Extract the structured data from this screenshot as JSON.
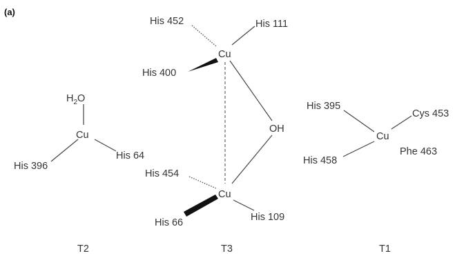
{
  "panel_label": "(a)",
  "colors": {
    "cu_dark_red": "#8b2a2a",
    "cu_blue": "#2c3e94",
    "cys_orange": "#f0a04a",
    "section_label": "#8b2a2a",
    "text": "#333333"
  },
  "t2": {
    "water_H": "H",
    "water_2": "2",
    "water_O": "O",
    "cu": "Cu",
    "his_396": "His 396",
    "his_64": "His 64",
    "section": "T2"
  },
  "t3": {
    "cu_top": "Cu",
    "cu_bottom": "Cu",
    "his_452": "His 452",
    "his_111": "His 111",
    "his_400": "His 400",
    "oh": "OH",
    "his_454": "His 454",
    "his_109": "His 109",
    "his_66": "His 66",
    "section": "T3"
  },
  "t1": {
    "cu": "Cu",
    "his_395": "His 395",
    "cys_453": "Cys 453",
    "his_458": "His 458",
    "phe_463": "Phe 463",
    "section": "T1"
  }
}
